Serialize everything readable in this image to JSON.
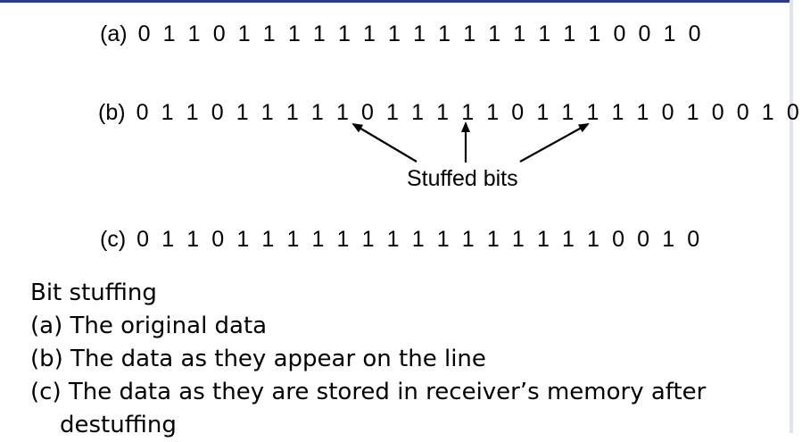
{
  "figure": {
    "row_a": {
      "label": "(a)",
      "bits": "0 1 1 0 1 1 1 1 1 1 1 1 1 1 1 1 1 1 1 0 0 1 0"
    },
    "row_b": {
      "label": "(b)",
      "bits": "0 1 1 0 1 1 1 1 1 0 1 1 1 1 1 0 1 1 1 1 1 0 1 0 0 1 0"
    },
    "row_c": {
      "label": "(c)",
      "bits": "0 1 1 0 1 1 1 1 1 1 1 1 1 1 1 1 1 1 1 0 0 1 0"
    },
    "annotation": "Stuffed bits"
  },
  "caption": {
    "title": "Bit stuffing",
    "items": [
      "(a) The original data",
      "(b) The data as they appear on the line",
      "(c) The data as they are stored in receiver’s memory after destuffing"
    ]
  },
  "colors": {
    "accent_rule": "#2c3a8c",
    "text": "#000000",
    "background": "#ffffff"
  }
}
